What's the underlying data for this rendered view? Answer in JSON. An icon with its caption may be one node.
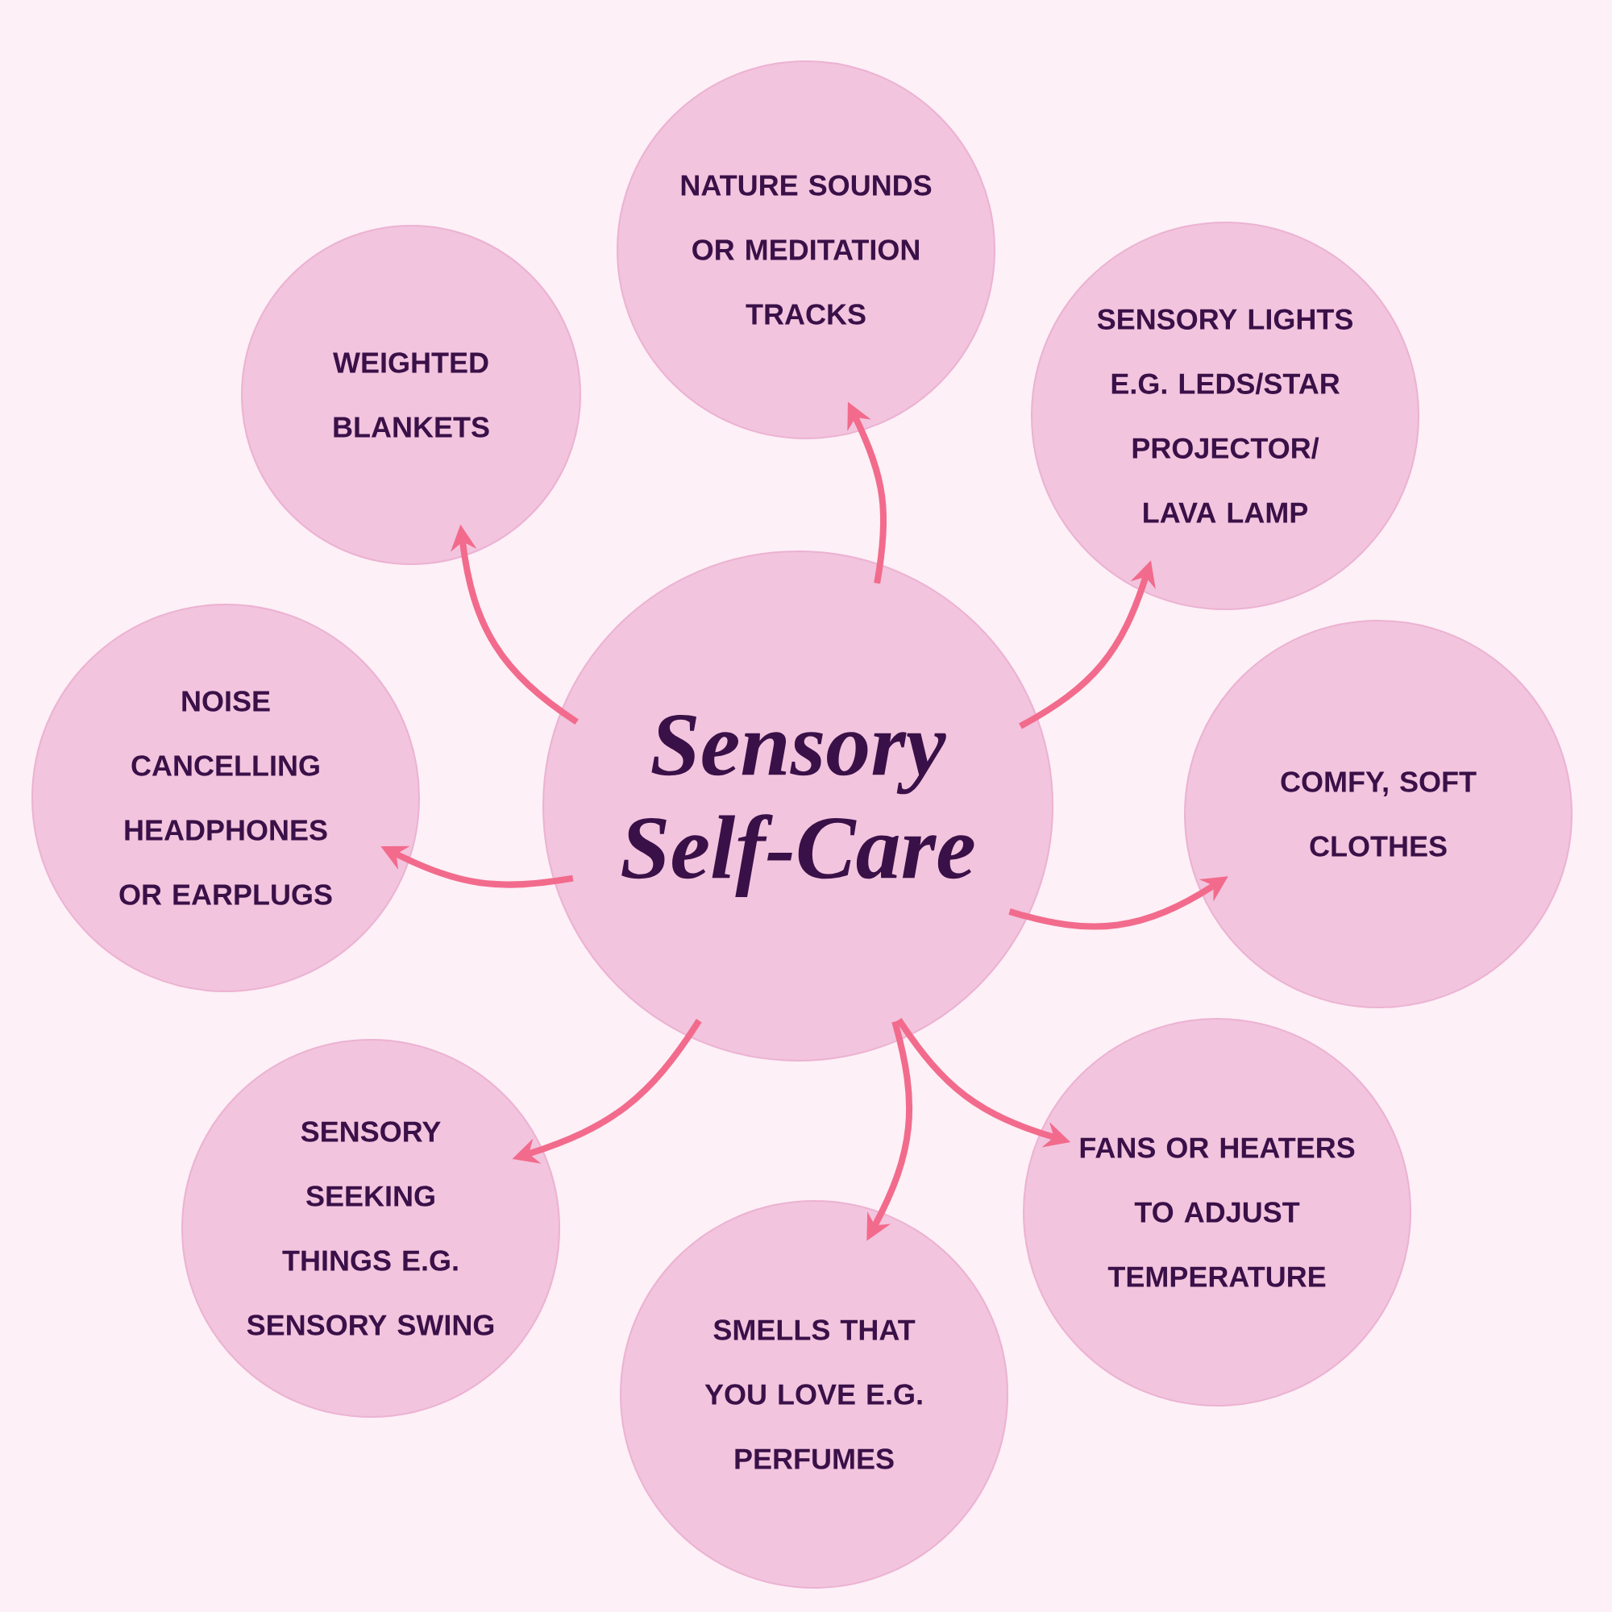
{
  "diagram": {
    "nodes": [
      {
        "text": [
          "Sensory Self-Care"
        ]
      },
      {
        "text": [
          "NATURE SOUNDS OR MEDITATION TRACKS"
        ]
      },
      {
        "text": [
          "WEIGHTED BLANKETS"
        ]
      },
      {
        "text": [
          "SENSORY LIGHTS E.G. LEDS/STAR PROJECTOR/ LAVA LAMP"
        ]
      },
      {
        "text": [
          "NOISE CANCELLING HEADPHONES OR EARPLUGS"
        ]
      },
      {
        "text": [
          "COMFY, SOFT CLOTHES"
        ]
      },
      {
        "text": [
          "FANS OR HEATERS TO ADJUST TEMPERATURE"
        ]
      },
      {
        "text": [
          "SENSORY SEEKING THINGS E.G. SENSORY SWING"
        ]
      },
      {
        "text": [
          "SMELLS THAT YOU LOVE E.G. PERFUMES"
        ]
      }
    ],
    "edges": [
      {
        "from": 0,
        "to": 1,
        "arrow": "to"
      },
      {
        "from": 0,
        "to": 2,
        "arrow": "to"
      },
      {
        "from": 0,
        "to": 3,
        "arrow": "to"
      },
      {
        "from": 0,
        "to": 4,
        "arrow": "to"
      },
      {
        "from": 0,
        "to": 5,
        "arrow": "to"
      },
      {
        "from": 0,
        "to": 6,
        "arrow": "to"
      },
      {
        "from": 0,
        "to": 7,
        "arrow": "to"
      },
      {
        "from": 0,
        "to": 8,
        "arrow": "to"
      }
    ]
  }
}
